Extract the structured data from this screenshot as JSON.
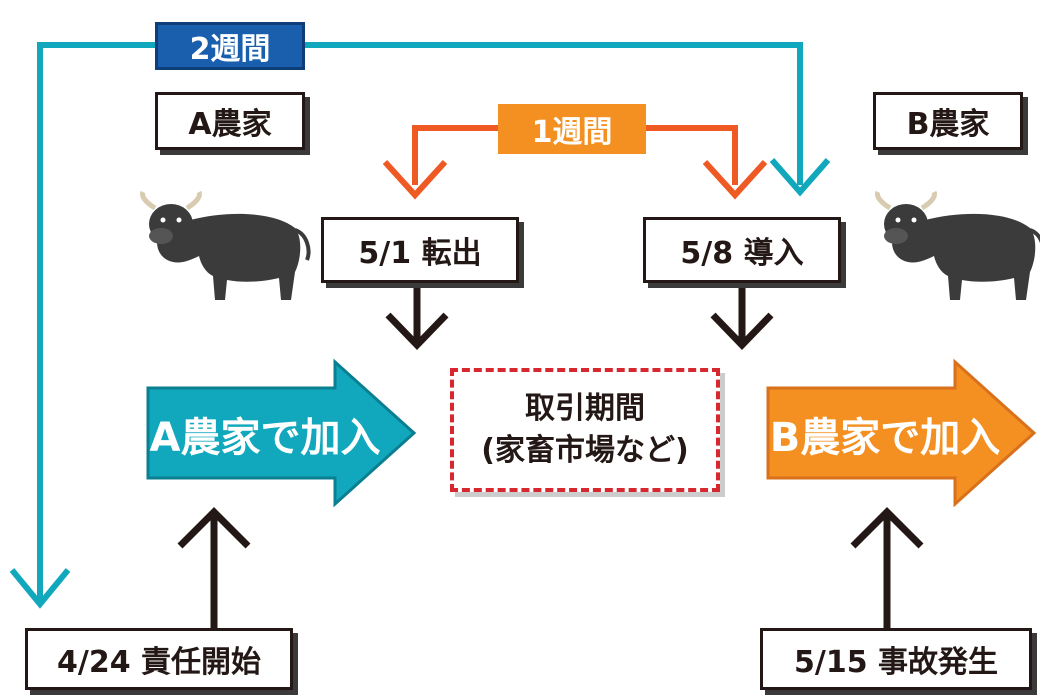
{
  "timeline": {
    "two_weeks": "2週間",
    "one_week": "1週間"
  },
  "farms": {
    "farm_a": "A農家",
    "farm_b": "B農家"
  },
  "events": {
    "transfer_out": "5/1 転出",
    "introduction": "5/8 導入",
    "liability_start": "4/24 責任開始",
    "accident": "5/15 事故発生"
  },
  "enrollment": {
    "farm_a_join": "A農家で加入",
    "farm_b_join": "B農家で加入"
  },
  "trade_period": {
    "line1": "取引期間",
    "line2": "(家畜市場など)"
  },
  "colors": {
    "teal": "#11a8bd",
    "orange": "#ef5a24",
    "orange_fill": "#f39021",
    "blue": "#1a5fae",
    "dark": "#231815",
    "red_dashed": "#d7282f"
  },
  "icons": [
    "cow-icon-left",
    "cow-icon-right"
  ]
}
